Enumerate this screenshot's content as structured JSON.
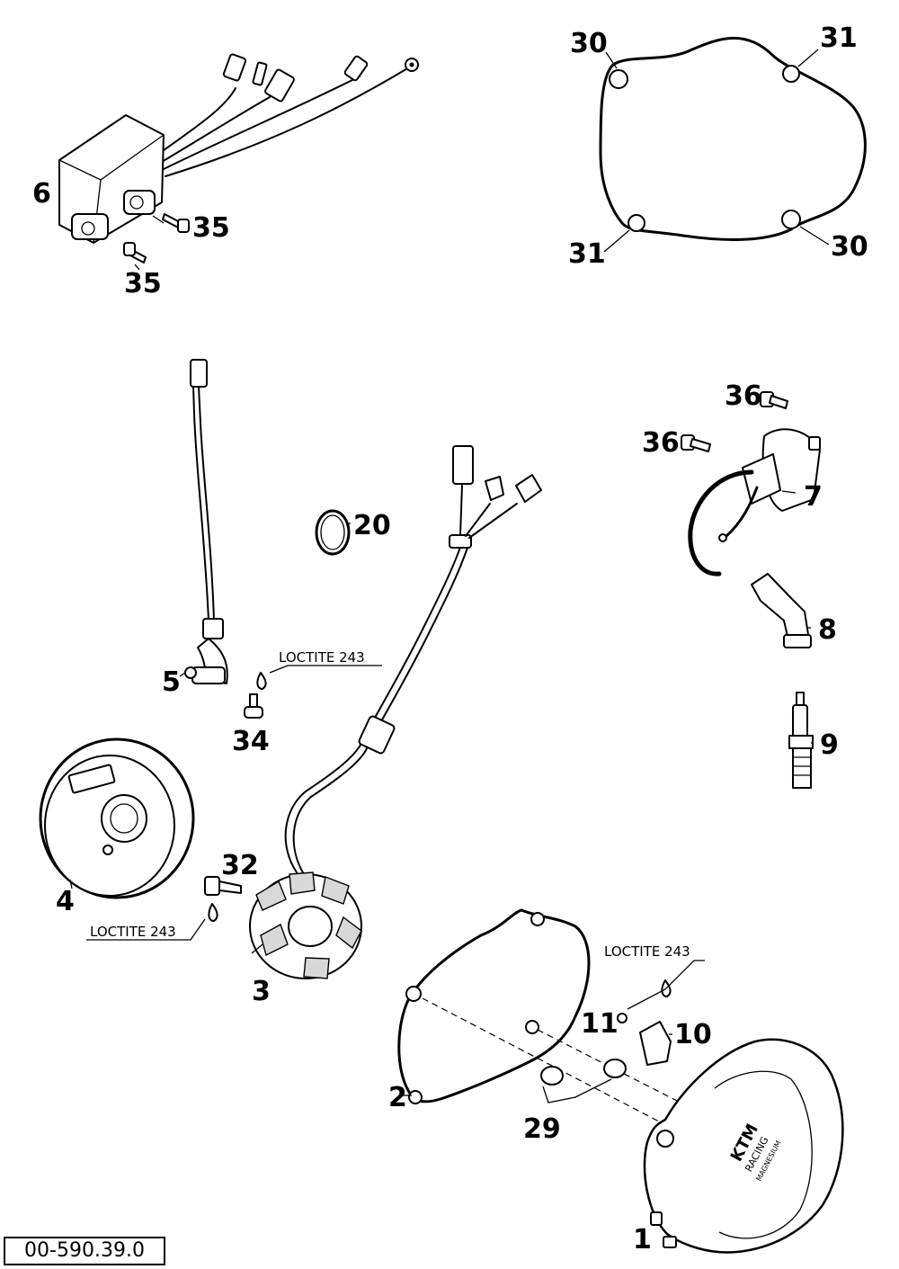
{
  "drawing_code": "00-590.39.0",
  "callouts": {
    "c1": "1",
    "c2": "2",
    "c3": "3",
    "c4": "4",
    "c5": "5",
    "c6": "6",
    "c7": "7",
    "c8": "8",
    "c9": "9",
    "c10": "10",
    "c11": "11",
    "c20": "20",
    "c29": "29",
    "c30a": "30",
    "c30b": "30",
    "c31a": "31",
    "c31b": "31",
    "c32": "32",
    "c34": "34",
    "c35a": "35",
    "c35b": "35",
    "c36a": "36",
    "c36b": "36"
  },
  "notes": {
    "loctite_a": "LOCTITE 243",
    "loctite_b": "LOCTITE 243",
    "loctite_c": "LOCTITE 243",
    "cover_logo_1": "KTM",
    "cover_logo_2": "RACING",
    "cover_logo_3": "MAGNESIUM"
  }
}
